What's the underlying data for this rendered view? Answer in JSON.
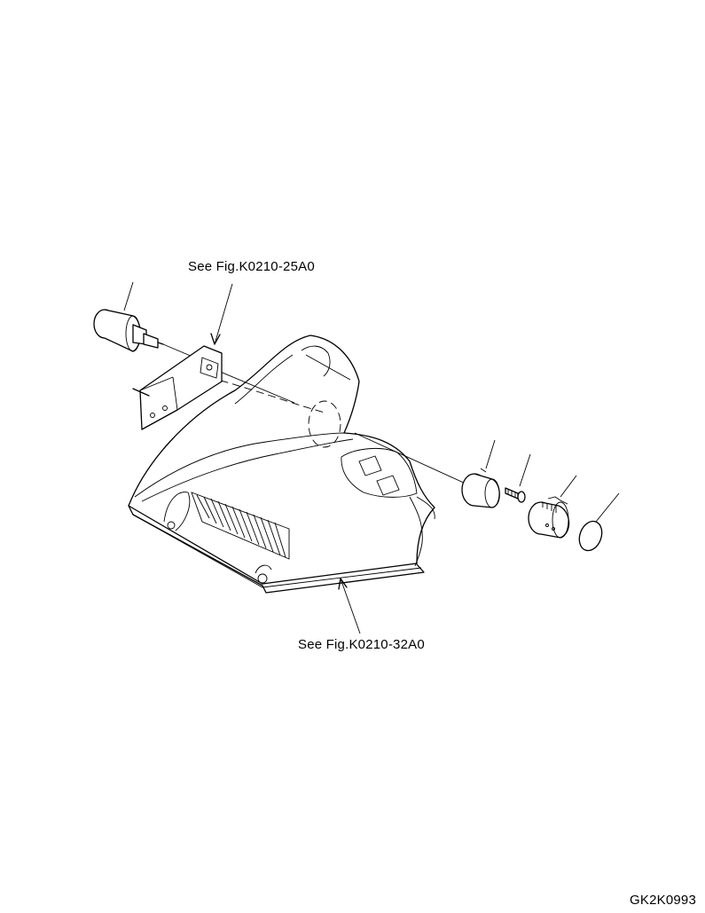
{
  "references": {
    "top": "See Fig.K0210-25A0",
    "bottom": "See Fig.K0210-32A0"
  },
  "drawing_code": "GK2K0993",
  "parts": [
    {
      "name": "switch-assembly-icon"
    },
    {
      "name": "mounting-bracket-icon"
    },
    {
      "name": "collar-icon"
    },
    {
      "name": "screw-icon"
    },
    {
      "name": "knob-icon"
    },
    {
      "name": "cap-icon"
    }
  ]
}
